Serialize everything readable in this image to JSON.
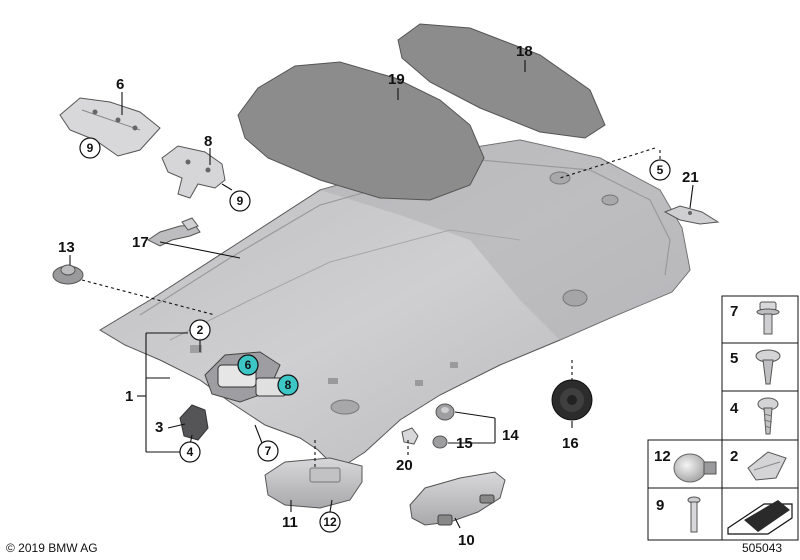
{
  "labels": {
    "l1": "1",
    "l2": "2",
    "l3": "3",
    "l4": "4",
    "l5": "5",
    "l6": "6",
    "l7": "7",
    "l8": "8",
    "l9a": "9",
    "l9b": "9",
    "l10": "10",
    "l11": "11",
    "l12": "12",
    "l13": "13",
    "l14": "14",
    "l15": "15",
    "l16": "16",
    "l17": "17",
    "l18": "18",
    "l19": "19",
    "l20": "20",
    "l21": "21",
    "callout_6": "6",
    "callout_8": "8"
  },
  "legend": {
    "n7": "7",
    "n5": "5",
    "n4": "4",
    "n12": "12",
    "n2": "2",
    "n9": "9"
  },
  "footer": {
    "copyright": "© 2019 BMW AG",
    "diagram_number": "505043"
  },
  "colors": {
    "headliner": "#c9c9cb",
    "pad": "#8c8c8c",
    "callout": "#3cc6c6"
  }
}
